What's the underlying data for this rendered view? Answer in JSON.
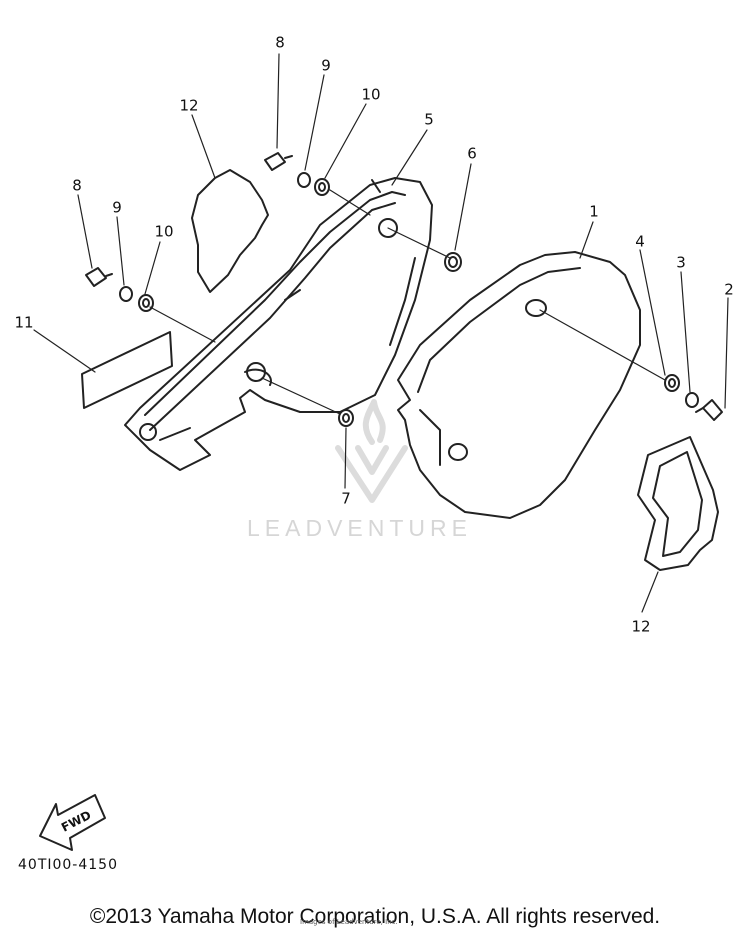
{
  "diagram": {
    "part_code": "40TI00-4150",
    "fwd_label": "FWD",
    "watermark": "LEADVENTURE",
    "copyright": "©2013 Yamaha Motor Corporation, U.S.A. All rights reserved.",
    "courtesy": "Images of Leadventure, Inc.",
    "callouts": {
      "c1": "1",
      "c2": "2",
      "c3": "3",
      "c4": "4",
      "c5": "5",
      "c6": "6",
      "c7": "7",
      "c8a": "8",
      "c9a": "9",
      "c10a": "10",
      "c8b": "8",
      "c9b": "9",
      "c10b": "10",
      "c11": "11",
      "c12a": "12",
      "c12b": "12"
    }
  }
}
